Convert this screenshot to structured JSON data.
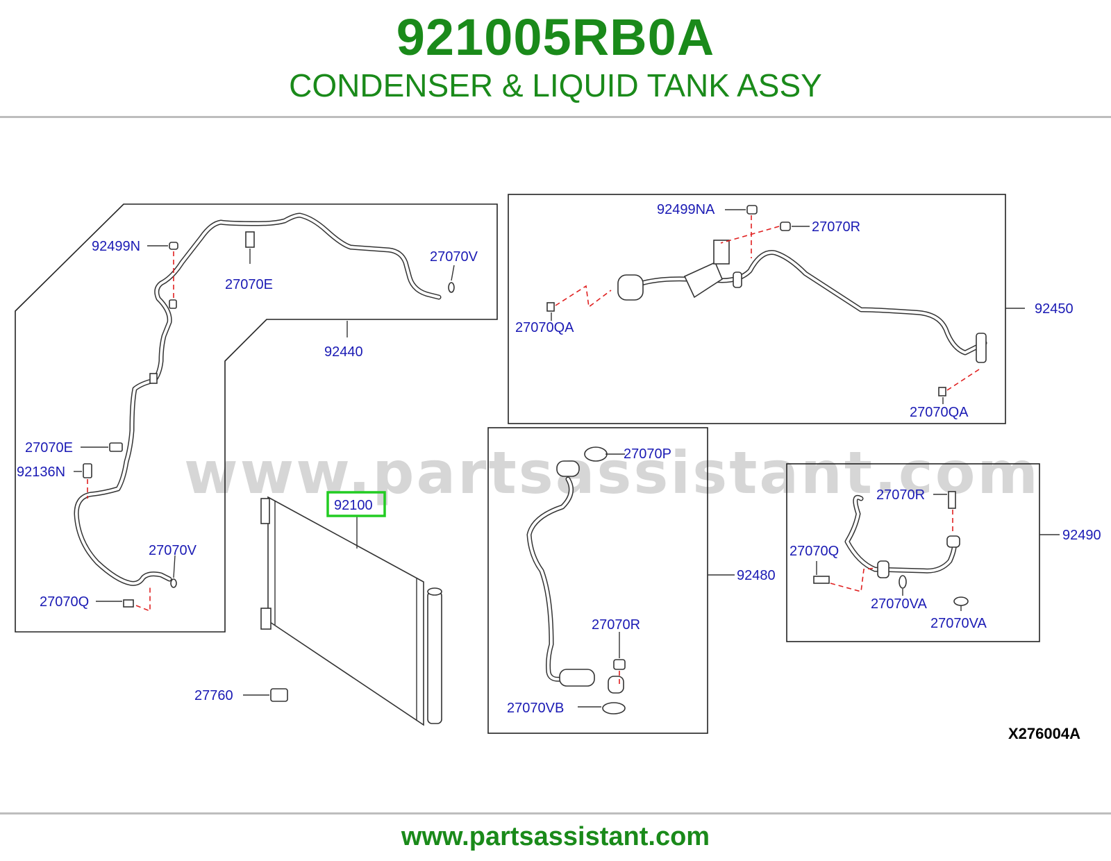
{
  "header": {
    "part_number": "921005RB0A",
    "part_name": "CONDENSER & LIQUID TANK ASSY"
  },
  "watermark": "www.partsassistant.com",
  "diagram_code": "X276004A",
  "footer": {
    "url": "www.partsassistant.com"
  },
  "highlight_color": "#22cc22",
  "labels": {
    "p92499N": "92499N",
    "p27070E_top": "27070E",
    "p27070V_top": "27070V",
    "p92440": "92440",
    "p27070E_left": "27070E",
    "p92136N": "92136N",
    "p27070V_bottom": "27070V",
    "p27070Q_left": "27070Q",
    "p92100": "92100",
    "p27760": "27760",
    "p92499NA": "92499NA",
    "p27070R_top": "27070R",
    "p27070QA_left": "27070QA",
    "p92450": "92450",
    "p27070QA_right": "27070QA",
    "p27070P": "27070P",
    "p92480": "92480",
    "p27070R_mid": "27070R",
    "p27070VB": "27070VB",
    "p27070R_right": "27070R",
    "p27070Q_right": "27070Q",
    "p92490": "92490",
    "p27070VA_1": "27070VA",
    "p27070VA_2": "27070VA"
  }
}
